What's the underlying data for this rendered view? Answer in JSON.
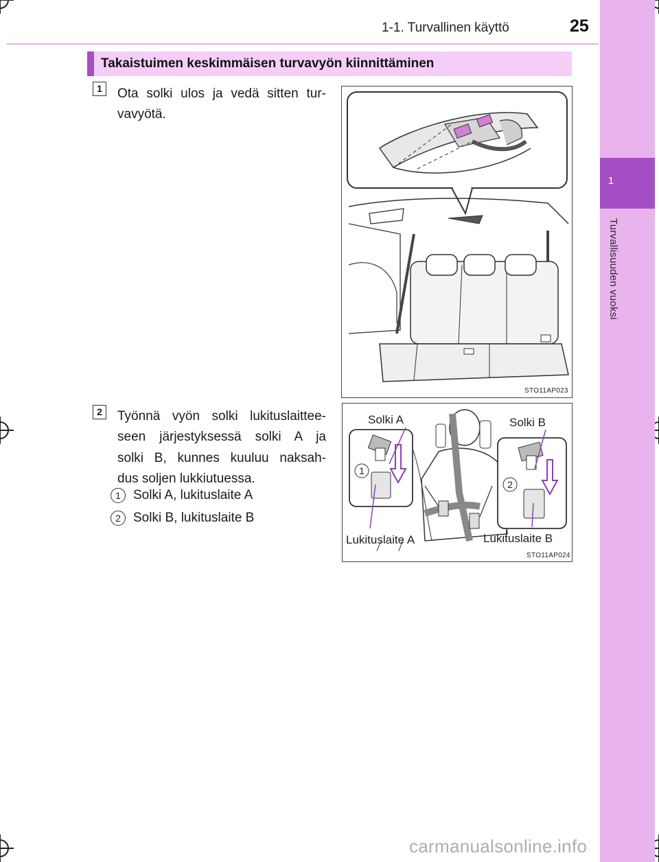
{
  "header": {
    "chapter": "1-1. Turvallinen käyttö",
    "page_number": "25"
  },
  "side_tab": {
    "number": "1",
    "label": "Turvallisuuden vuoksi"
  },
  "section": {
    "title": "Takaistuimen keskimmäisen turvavyön kiinnittäminen"
  },
  "steps": [
    {
      "number": "1",
      "text": "Ota solki ulos ja vedä sitten tur-vavyötä.",
      "line1": "Ota solki ulos ja vedä sitten tur-",
      "line2": "vavyötä.",
      "figure_code": "STO11AP023"
    },
    {
      "number": "2",
      "line1": "Työnnä vyön solki lukituslaittee-",
      "line2": "seen järjestyksessä solki A ja",
      "line3": "solki B, kunnes kuuluu naksah-",
      "line4": "dus soljen lukkiutuessa.",
      "sub_items": [
        {
          "number": "1",
          "text": "Solki A, lukituslaite A"
        },
        {
          "number": "2",
          "text": "Solki B, lukituslaite B"
        }
      ],
      "figure_code": "STO11AP024",
      "figure_labels": {
        "buckle_a": "Solki A",
        "buckle_b": "Solki B",
        "lock_a": "Lukituslaite A",
        "lock_b": "Lukituslaite B",
        "inset_1": "1",
        "inset_2": "2"
      }
    }
  ],
  "watermark": "carmanualsonline.info",
  "colors": {
    "accent": "#a64ec4",
    "title_bar_bg": "#f5cef8",
    "side_strip": "#e9b3ee",
    "arrow": "#8f3fb3"
  }
}
